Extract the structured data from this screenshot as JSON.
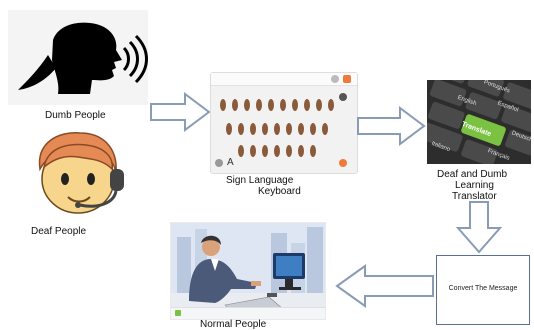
{
  "nodes": {
    "dumb_people": "Dumb People",
    "deaf_people": "Deaf People",
    "keyboard": [
      "Sign Language",
      "Keyboard"
    ],
    "translator": [
      "Deaf and Dumb",
      "Learning",
      "Translator"
    ],
    "convert": "Convert The Message",
    "normal_people": "Normal People"
  },
  "keyboard_ui": {
    "key_letter": "A"
  },
  "translator_keys": {
    "translate": "Translate",
    "italiano": "Italiano",
    "english": "English",
    "espanol": "Español",
    "portugues": "Português",
    "deutsch": "Deutsch",
    "francais": "Français"
  },
  "icons": [
    "speaking-head-icon",
    "deaf-person-headset-icon",
    "sign-language-keyboard-image",
    "translate-keyboard-image",
    "office-worker-image"
  ],
  "colors": {
    "arrow_stroke": "#8a9bb4",
    "box_border": "#5a6f91",
    "face": "#f7d58c",
    "hair": "#e58a55"
  }
}
